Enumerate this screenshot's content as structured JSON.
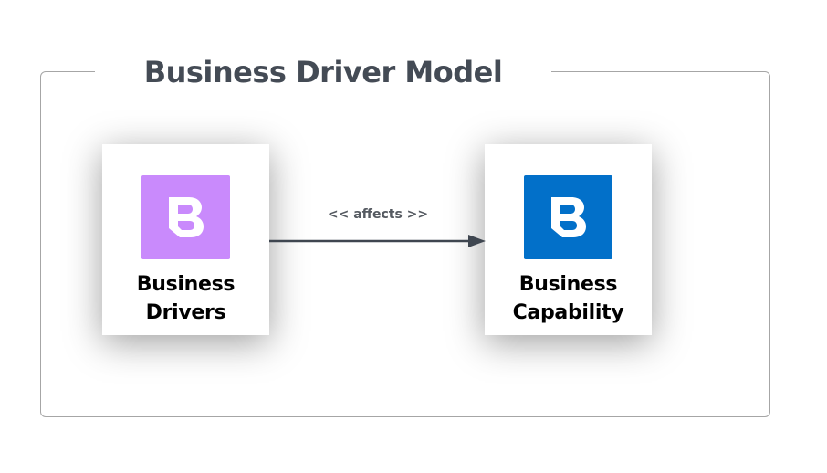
{
  "diagram": {
    "title": "Business Driver Model",
    "nodes": [
      {
        "id": "drivers",
        "label_lines": [
          "Business",
          "Drivers"
        ],
        "icon": "b-logo-icon",
        "icon_color": "#c98afc"
      },
      {
        "id": "capability",
        "label_lines": [
          "Business",
          "Capability"
        ],
        "icon": "b-logo-icon",
        "icon_color": "#0270c9"
      }
    ],
    "edge": {
      "from": "drivers",
      "to": "capability",
      "label": "<< affects >>",
      "color": "#3f4650"
    }
  }
}
